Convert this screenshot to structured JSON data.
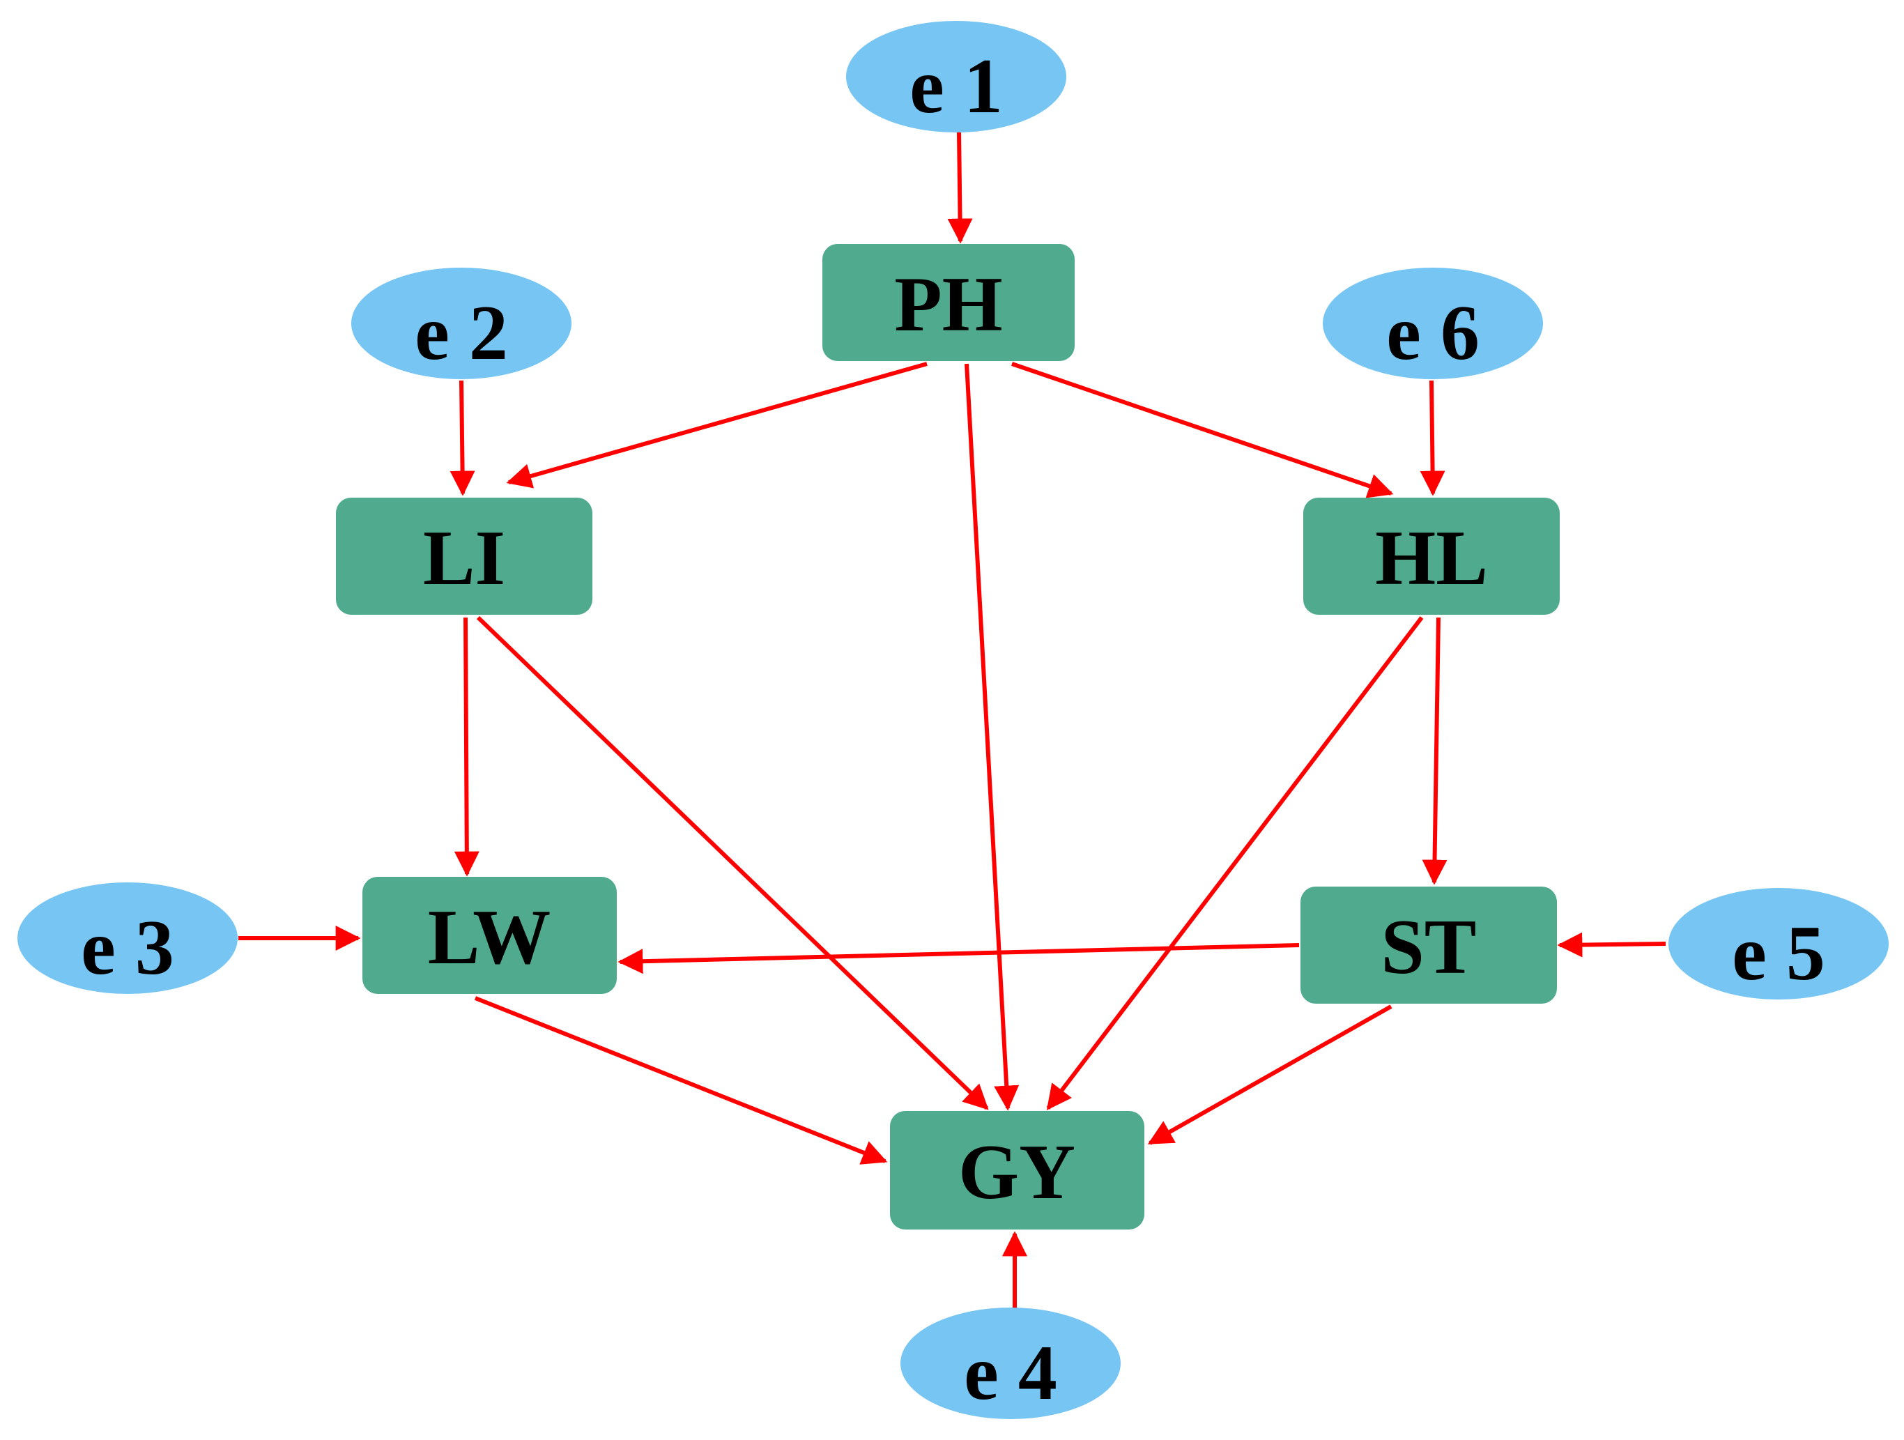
{
  "colors": {
    "box_fill": "#4FAA8E",
    "ellipse_fill": "#76C5F3",
    "arrow": "#FF0000",
    "text": "#000000",
    "background": "#FFFFFF"
  },
  "nodes": {
    "PH": {
      "label": "PH",
      "shape": "box"
    },
    "LI": {
      "label": "LI",
      "shape": "box"
    },
    "HL": {
      "label": "HL",
      "shape": "box"
    },
    "LW": {
      "label": "LW",
      "shape": "box"
    },
    "ST": {
      "label": "ST",
      "shape": "box"
    },
    "GY": {
      "label": "GY",
      "shape": "box"
    },
    "e1": {
      "label": "e 1",
      "shape": "ellipse"
    },
    "e2": {
      "label": "e 2",
      "shape": "ellipse"
    },
    "e3": {
      "label": "e 3",
      "shape": "ellipse"
    },
    "e4": {
      "label": "e 4",
      "shape": "ellipse"
    },
    "e5": {
      "label": "e 5",
      "shape": "ellipse"
    },
    "e6": {
      "label": "e 6",
      "shape": "ellipse"
    }
  },
  "edges": [
    {
      "from": "e1",
      "to": "PH"
    },
    {
      "from": "e2",
      "to": "LI"
    },
    {
      "from": "e6",
      "to": "HL"
    },
    {
      "from": "PH",
      "to": "LI"
    },
    {
      "from": "PH",
      "to": "HL"
    },
    {
      "from": "PH",
      "to": "GY"
    },
    {
      "from": "LI",
      "to": "LW"
    },
    {
      "from": "LI",
      "to": "GY"
    },
    {
      "from": "HL",
      "to": "ST"
    },
    {
      "from": "HL",
      "to": "GY"
    },
    {
      "from": "ST",
      "to": "LW"
    },
    {
      "from": "e3",
      "to": "LW"
    },
    {
      "from": "e5",
      "to": "ST"
    },
    {
      "from": "LW",
      "to": "GY"
    },
    {
      "from": "ST",
      "to": "GY"
    },
    {
      "from": "e4",
      "to": "GY"
    }
  ]
}
